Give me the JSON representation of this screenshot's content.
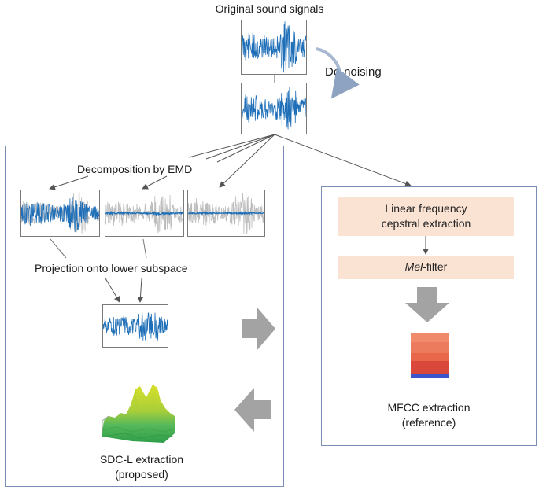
{
  "title": "Original sound signals",
  "denoise_label": "De-noising",
  "left_panel": {
    "emd_label": "Decomposition  by EMD",
    "projection_label": "Projection  onto lower subspace",
    "sdc_title": "SDC-L  extraction",
    "sdc_subtitle": "(proposed)"
  },
  "right_panel": {
    "step1_line1": "Linear frequency",
    "step1_line2": "cepstral extraction",
    "step2_italic": "Mel",
    "step2_rest": "-filter",
    "mfcc_title": "MFCC  extraction",
    "mfcc_subtitle": "(reference)"
  },
  "colors": {
    "signal_blue": "#1f6fb8",
    "imf_gray": "#bdbdbd",
    "panel_border": "#7b8db4",
    "step_fill": "#fbe3d4",
    "arrow_gray": "#a0a0a0",
    "mfcc_red": "#e0553a",
    "mfcc_blue": "#3a56c8",
    "surface_green": "#55b85a",
    "surface_yellow": "#d9e02a"
  }
}
